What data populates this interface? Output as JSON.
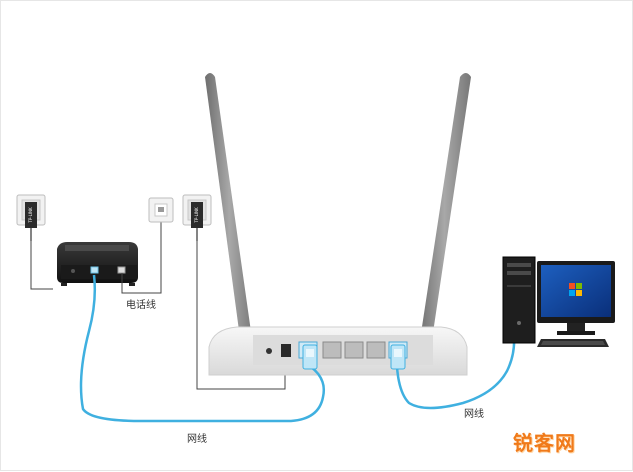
{
  "labels": {
    "phone_line": "电话线",
    "network_cable_left": "网线",
    "network_cable_right": "网线"
  },
  "devices": {
    "wall_socket_brand_1": "TP-LINK",
    "wall_socket_brand_2": "TP-LINK"
  },
  "watermark": "锐客网",
  "colors": {
    "network_cable": "#3fb0e0",
    "phone_cable": "#444444",
    "router_body": "#ececec",
    "antenna": "#8c8c8c",
    "watermark": "#f07a1a"
  }
}
